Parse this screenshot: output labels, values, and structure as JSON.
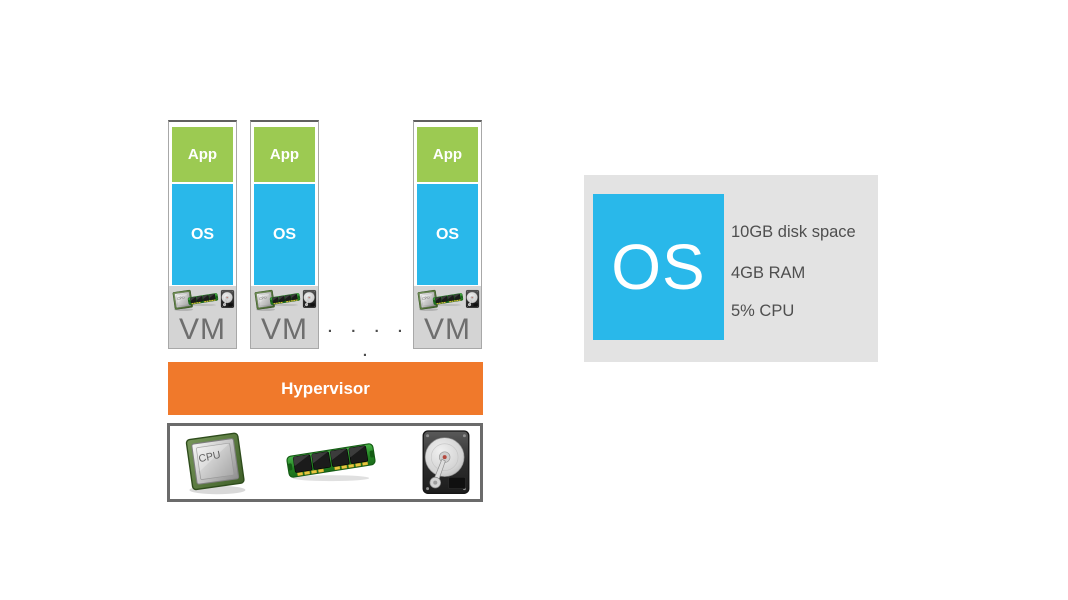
{
  "vm_stack": {
    "columns": [
      {
        "app": "App",
        "os": "OS",
        "vm": "VM"
      },
      {
        "app": "App",
        "os": "OS",
        "vm": "VM"
      },
      {
        "app": "App",
        "os": "OS",
        "vm": "VM"
      }
    ],
    "ellipsis": ". . . . .",
    "hypervisor": "Hypervisor"
  },
  "hardware": {
    "icons": [
      "cpu-icon",
      "ram-icon",
      "hdd-icon"
    ],
    "cpu_chip_text": "CPU"
  },
  "os_panel": {
    "os": "OS",
    "specs": [
      "10GB disk space",
      "4GB RAM",
      "5% CPU"
    ]
  },
  "colors": {
    "app_green": "#9cca52",
    "os_blue": "#29b8ea",
    "hypervisor_orange": "#f0792b",
    "column_footer_gray": "#d4d4d4",
    "panel_gray": "#e3e3e3",
    "spec_text_gray": "#4f4f4f",
    "vm_text_gray": "#6e6e6e"
  }
}
